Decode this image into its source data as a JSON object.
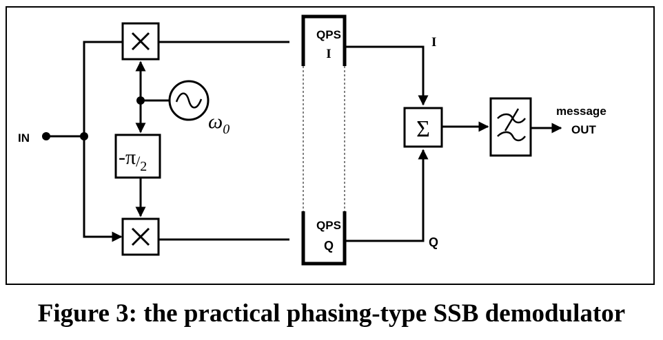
{
  "diagram": {
    "input_label": "IN",
    "oscillator_label": "ω",
    "oscillator_subscript": "0",
    "phase_shift": {
      "symbol": "-π",
      "fraction_bar": "/",
      "denominator": "2"
    },
    "qps_upper": {
      "line1": "QPS",
      "line2": "I"
    },
    "qps_lower": {
      "line1": "QPS",
      "line2": "Q"
    },
    "i_label": "I",
    "q_label": "Q",
    "summer_symbol": "Σ",
    "output_label_line1": "message",
    "output_label_line2": "OUT"
  },
  "caption": "Figure 3:  the practical phasing-type SSB demodulator"
}
